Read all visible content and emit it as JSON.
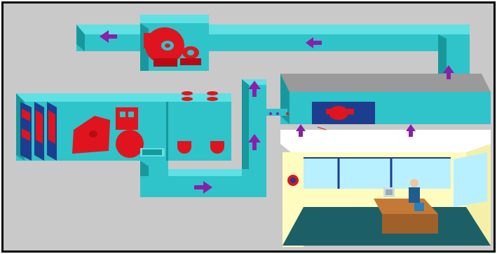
{
  "title": "",
  "colors": {
    "background": "#c9c9c9",
    "duct": "#2ec4c9",
    "duct_light": "#5fe0e3",
    "duct_dark": "#18989d",
    "equipment": "#e0141e",
    "arrow": "#8b1fa8",
    "room_wall": "#fffcc0",
    "floor": "#1c5f66",
    "window": "#b8f0ff",
    "desk": "#a0602a",
    "ceiling": "#9a9a9a"
  },
  "icons": {
    "fan": "fan-icon",
    "airflow": "airflow-arrow-icon",
    "person": "person-icon",
    "computer": "computer-icon"
  },
  "flow": [
    {
      "id": "return-duct-top",
      "direction": "left"
    },
    {
      "id": "return-riser",
      "direction": "up"
    },
    {
      "id": "supply-riser",
      "direction": "up"
    },
    {
      "id": "lower-duct",
      "direction": "right"
    },
    {
      "id": "diffusers",
      "direction": "up"
    }
  ]
}
